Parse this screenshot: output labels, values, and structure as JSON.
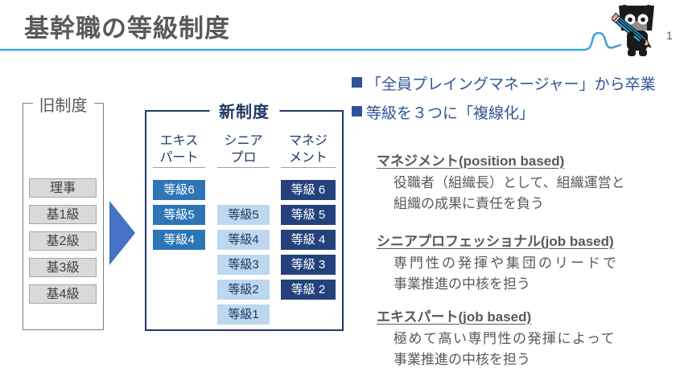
{
  "page": {
    "title": "基幹職の等級制度",
    "page_number": "1"
  },
  "colors": {
    "title_text": "#595959",
    "header_underline": "#41a1dc",
    "bullet_blue": "#2f5496",
    "navy": "#1f3864",
    "expert_box": "#2e75b6",
    "senior_box": "#bdd7ee",
    "management_box": "#24417c",
    "arrow_blue": "#4472c4",
    "gray_box_fill": "#d9d9d9"
  },
  "old_system": {
    "label": "旧制度",
    "grades": [
      "理事",
      "基1級",
      "基2級",
      "基3級",
      "基4級"
    ]
  },
  "new_system": {
    "label": "新制度",
    "columns": [
      {
        "header_line1": "エキス",
        "header_line2": "パート",
        "grades": [
          "等級6",
          "等級5",
          "等級4"
        ]
      },
      {
        "header_line1": "シニア",
        "header_line2": "プロ",
        "grades": [
          "等級5",
          "等級4",
          "等級3",
          "等級2",
          "等級1"
        ]
      },
      {
        "header_line1": "マネジ",
        "header_line2": "メント",
        "grades": [
          "等級 6",
          "等級 5",
          "等級 4",
          "等級 3",
          "等級 2"
        ]
      }
    ]
  },
  "bullets": [
    "「全員プレイングマネージャー」から卒業",
    "等級を３つに「複線化」"
  ],
  "descriptions": [
    {
      "heading": "マネジメント(position based)",
      "lines": [
        "役職者（組織長）として、組織運営と",
        "組織の成果に責任を負う"
      ]
    },
    {
      "heading": "シニアプロフェッショナル(job based)",
      "lines": [
        "専門性の発揮や集団のリードで",
        "事業推進の中核を担う"
      ]
    },
    {
      "heading": "エキスパート(job based)",
      "lines": [
        "極めて高い専門性の発揮によって",
        "事業推進の中核を担う"
      ]
    }
  ]
}
